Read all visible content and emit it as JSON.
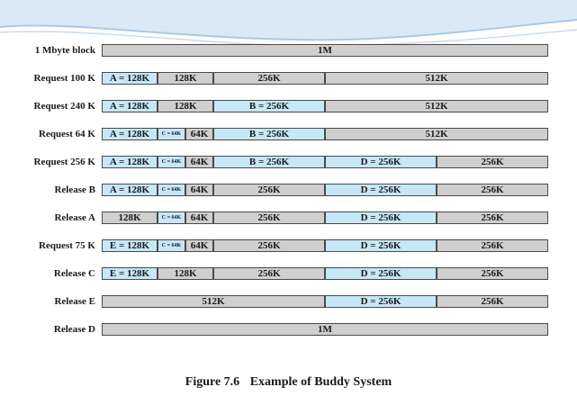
{
  "colors": {
    "free": "#cfcfcf",
    "allocated": "#c6e7f6",
    "border": "#4a4a4a",
    "decoration": "#a9c9e6"
  },
  "caption": {
    "figure": "Figure 7.6",
    "title": "Example of Buddy System"
  },
  "rows": [
    {
      "label": "1 Mbyte block",
      "segments": [
        {
          "text": "1M",
          "size": 1024,
          "state": "free"
        }
      ]
    },
    {
      "label": "Request 100 K",
      "segments": [
        {
          "text": "A = 128K",
          "size": 128,
          "state": "alloc"
        },
        {
          "text": "128K",
          "size": 128,
          "state": "free"
        },
        {
          "text": "256K",
          "size": 256,
          "state": "free"
        },
        {
          "text": "512K",
          "size": 512,
          "state": "free"
        }
      ]
    },
    {
      "label": "Request 240 K",
      "segments": [
        {
          "text": "A = 128K",
          "size": 128,
          "state": "alloc"
        },
        {
          "text": "128K",
          "size": 128,
          "state": "free"
        },
        {
          "text": "B = 256K",
          "size": 256,
          "state": "alloc"
        },
        {
          "text": "512K",
          "size": 512,
          "state": "free"
        }
      ]
    },
    {
      "label": "Request 64 K",
      "segments": [
        {
          "text": "A = 128K",
          "size": 128,
          "state": "alloc"
        },
        {
          "text": "C = 64K",
          "size": 64,
          "state": "alloc",
          "small": true
        },
        {
          "text": "64K",
          "size": 64,
          "state": "free"
        },
        {
          "text": "B = 256K",
          "size": 256,
          "state": "alloc"
        },
        {
          "text": "512K",
          "size": 512,
          "state": "free"
        }
      ]
    },
    {
      "label": "Request 256 K",
      "segments": [
        {
          "text": "A = 128K",
          "size": 128,
          "state": "alloc"
        },
        {
          "text": "C = 64K",
          "size": 64,
          "state": "alloc",
          "small": true
        },
        {
          "text": "64K",
          "size": 64,
          "state": "free"
        },
        {
          "text": "B = 256K",
          "size": 256,
          "state": "alloc"
        },
        {
          "text": "D = 256K",
          "size": 256,
          "state": "alloc"
        },
        {
          "text": "256K",
          "size": 256,
          "state": "free"
        }
      ]
    },
    {
      "label": "Release B",
      "segments": [
        {
          "text": "A = 128K",
          "size": 128,
          "state": "alloc"
        },
        {
          "text": "C = 64K",
          "size": 64,
          "state": "alloc",
          "small": true
        },
        {
          "text": "64K",
          "size": 64,
          "state": "free"
        },
        {
          "text": "256K",
          "size": 256,
          "state": "free"
        },
        {
          "text": "D = 256K",
          "size": 256,
          "state": "alloc"
        },
        {
          "text": "256K",
          "size": 256,
          "state": "free"
        }
      ]
    },
    {
      "label": "Release A",
      "segments": [
        {
          "text": "128K",
          "size": 128,
          "state": "free"
        },
        {
          "text": "C = 64K",
          "size": 64,
          "state": "alloc",
          "small": true
        },
        {
          "text": "64K",
          "size": 64,
          "state": "free"
        },
        {
          "text": "256K",
          "size": 256,
          "state": "free"
        },
        {
          "text": "D = 256K",
          "size": 256,
          "state": "alloc"
        },
        {
          "text": "256K",
          "size": 256,
          "state": "free"
        }
      ]
    },
    {
      "label": "Request 75 K",
      "segments": [
        {
          "text": "E = 128K",
          "size": 128,
          "state": "alloc"
        },
        {
          "text": "C = 64K",
          "size": 64,
          "state": "alloc",
          "small": true
        },
        {
          "text": "64K",
          "size": 64,
          "state": "free"
        },
        {
          "text": "256K",
          "size": 256,
          "state": "free"
        },
        {
          "text": "D = 256K",
          "size": 256,
          "state": "alloc"
        },
        {
          "text": "256K",
          "size": 256,
          "state": "free"
        }
      ]
    },
    {
      "label": "Release C",
      "segments": [
        {
          "text": "E = 128K",
          "size": 128,
          "state": "alloc"
        },
        {
          "text": "128K",
          "size": 128,
          "state": "free"
        },
        {
          "text": "256K",
          "size": 256,
          "state": "free"
        },
        {
          "text": "D = 256K",
          "size": 256,
          "state": "alloc"
        },
        {
          "text": "256K",
          "size": 256,
          "state": "free"
        }
      ]
    },
    {
      "label": "Release E",
      "segments": [
        {
          "text": "512K",
          "size": 512,
          "state": "free"
        },
        {
          "text": "D = 256K",
          "size": 256,
          "state": "alloc"
        },
        {
          "text": "256K",
          "size": 256,
          "state": "free"
        }
      ]
    },
    {
      "label": "Release D",
      "segments": [
        {
          "text": "1M",
          "size": 1024,
          "state": "free"
        }
      ]
    }
  ]
}
